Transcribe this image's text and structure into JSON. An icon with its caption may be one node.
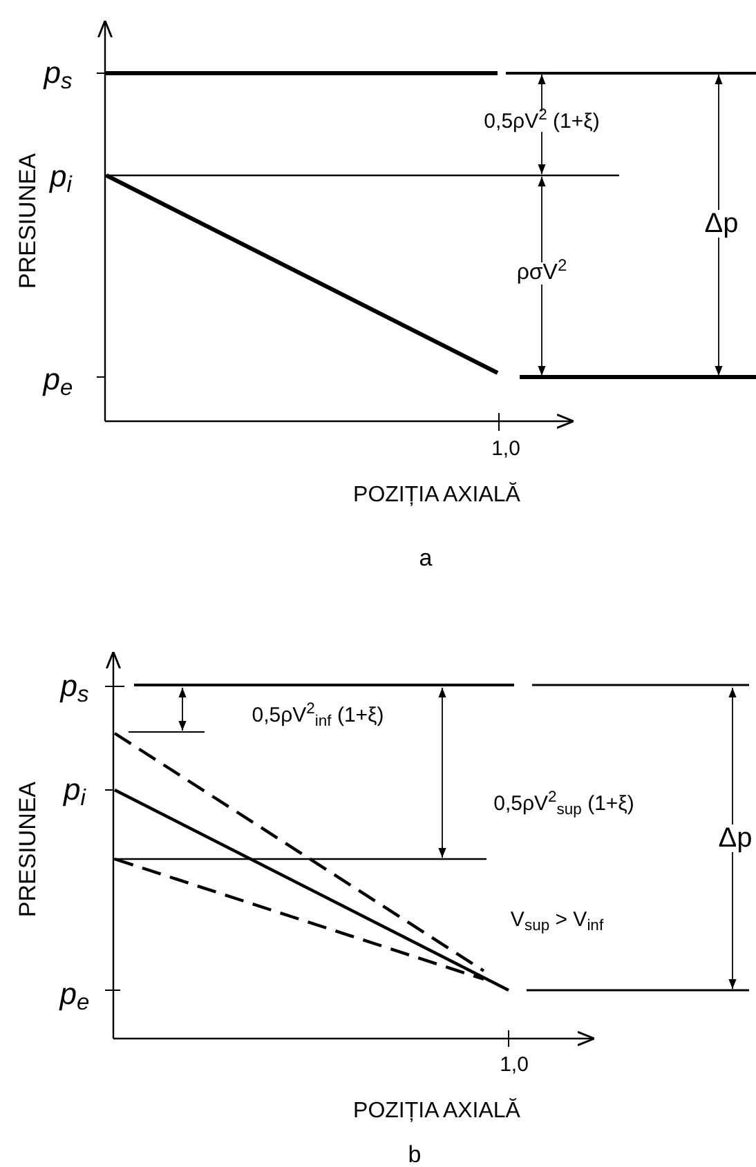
{
  "diagram": {
    "labels": [
      "p$_{s}$",
      "0,5ρV$^{2}$ (1+ξ)",
      "p$_{i}$",
      "PRESIUNEA",
      "Δp",
      "ρσV$^{2}$",
      "p$_{e}$",
      "1,0",
      "POZIȚIA AXIALĂ",
      "a",
      "p$_{s}$",
      "0,5ρV$^{2}$$_{inf}$ (1+ξ)",
      "p$_{i}$",
      "PRESIUNEA",
      "0,5ρV$^{2}$$_{sup}$ (1+ξ)",
      "Δp",
      "V$_{sup}$ > V$_{inf}$",
      "p$_{e}$",
      "1,0",
      "POZIȚIA AXIALĂ",
      "b"
    ]
  }
}
